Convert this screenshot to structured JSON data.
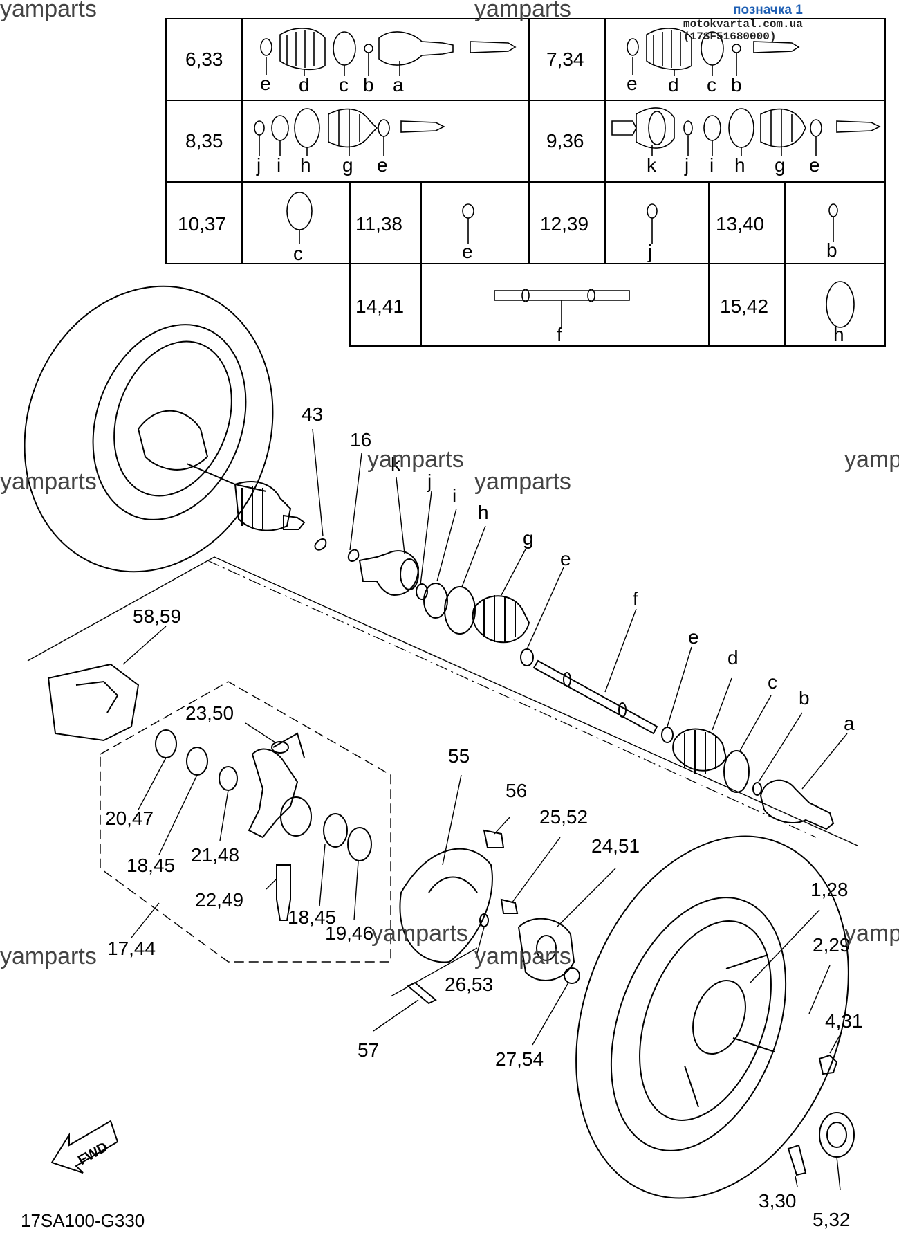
{
  "watermarks": [
    "yamparts",
    "yamparts",
    "yamparts",
    "yamparts",
    "yamparts",
    "yamparts",
    "yamp",
    "yamp",
    "yamparts",
    "yamparts",
    "yamparts"
  ],
  "header": {
    "title": "позначка 1",
    "source": "motokvartal.com.ua (17SF51680000)"
  },
  "colors": {
    "title": "#1e5fb4",
    "line": "#000000",
    "watermark": "#444444"
  },
  "table": {
    "row1": {
      "left_num": "6,33",
      "left_letters": [
        "e",
        "d",
        "c",
        "b",
        "a"
      ],
      "right_num": "7,34",
      "right_letters": [
        "e",
        "d",
        "c",
        "b"
      ]
    },
    "row2": {
      "left_num": "8,35",
      "left_letters": [
        "j",
        "i",
        "h",
        "g",
        "e"
      ],
      "right_num": "9,36",
      "right_letters": [
        "k",
        "j",
        "i",
        "h",
        "g",
        "e"
      ]
    },
    "row3": [
      {
        "num": "10,37",
        "letter": "c"
      },
      {
        "num": "11,38",
        "letter": "e"
      },
      {
        "num": "12,39",
        "letter": "j"
      },
      {
        "num": "13,40",
        "letter": "b"
      }
    ],
    "row4": [
      {
        "num": "14,41",
        "letter": "f"
      },
      {
        "num": "15,42",
        "letter": "h"
      }
    ]
  },
  "callouts": {
    "c43": "43",
    "c16": "16",
    "k": "k",
    "j": "j",
    "i": "i",
    "h": "h",
    "g": "g",
    "e1": "e",
    "f": "f",
    "e2": "e",
    "d": "d",
    "c": "c",
    "b": "b",
    "a": "a",
    "c5859": "58,59",
    "c2350": "23,50",
    "c2047": "20,47",
    "c1845a": "18,45",
    "c2148": "21,48",
    "c2249": "22,49",
    "c1845b": "18,45",
    "c1946": "19,46",
    "c1744": "17,44",
    "c55": "55",
    "c56": "56",
    "c2552": "25,52",
    "c2451": "24,51",
    "c2653": "26,53",
    "c57": "57",
    "c2754": "27,54",
    "c128": "1,28",
    "c229": "2,29",
    "c431": "4,31",
    "c330": "3,30",
    "c532": "5,32"
  },
  "fwd_label": "FWD",
  "diagram_code": "17SA100-G330"
}
